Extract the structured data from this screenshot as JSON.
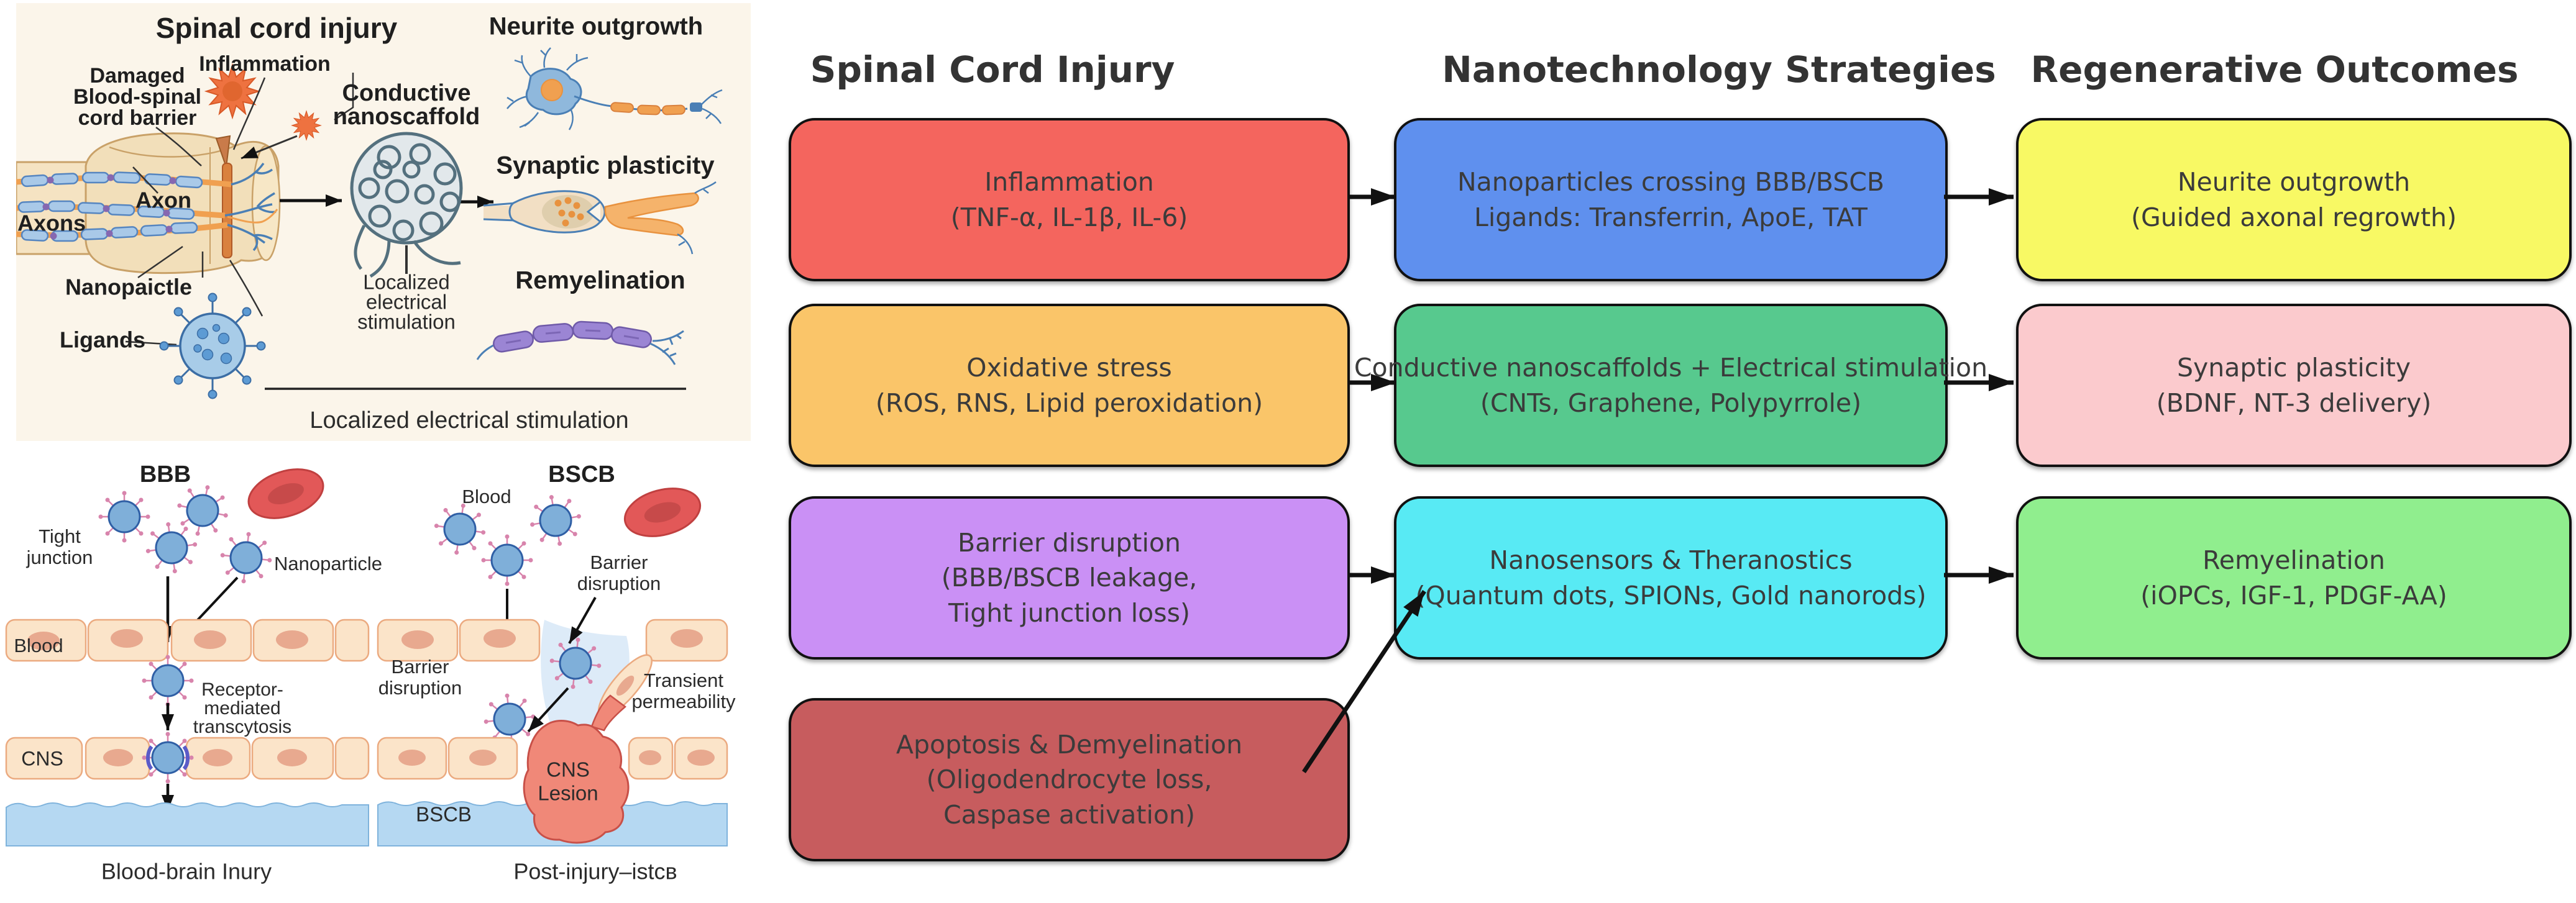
{
  "illustration_top": {
    "title": "Spinal cord injury",
    "damaged_barrier": [
      "Damaged",
      "Blood-spinal",
      "cord barrier"
    ],
    "inflammation": "Inflammation",
    "axon": "Axon",
    "axons": "Axons",
    "nanoparticle": "Nanopaictle",
    "ligands": "Ligands",
    "conductive_nanoscaffold": [
      "Conductive",
      "nanoscaffold"
    ],
    "localized_stimulation": [
      "Localized",
      "electrical",
      "stimulation"
    ],
    "neurite_outgrowth": "Neurite outgrowth",
    "synaptic_plasticity": "Synaptic plasticity",
    "remyelination": "Remyelination",
    "bottom_caption": "Localized electrical stimulation"
  },
  "illustration_bottom": {
    "bbb": {
      "title": "BBB",
      "tight_junction": [
        "Tight",
        "junction"
      ],
      "nanoparticle_label": "Nanoparticle",
      "blood": "Blood",
      "transcytosis": [
        "Receptor-",
        "mediated",
        "transcytosis"
      ],
      "cns": "CNS",
      "caption": "Blood-brain Inury"
    },
    "bscb": {
      "title": "BSCB",
      "blood": "Blood",
      "barrier_disruption_upper": [
        "Barrier",
        "disruption"
      ],
      "barrier_disruption_lower": [
        "Barrier",
        "disruption"
      ],
      "transient_permeability": [
        "Transient",
        "permeability"
      ],
      "lesion": [
        "CNS",
        "Lesion"
      ],
      "bscb_label": "BSCB",
      "caption": "Post-injury–istcв"
    }
  },
  "flowchart": {
    "headers": [
      "Spinal Cord Injury",
      "Nanotechnology Strategies",
      "Regenerative Outcomes"
    ],
    "boxes": [
      {
        "id": "inflammation",
        "l1": "Inflammation",
        "l2": "(TNF-α, IL-1β, IL-6)",
        "color": "#f4655e"
      },
      {
        "id": "nanoparticles-crossing-bbb-bscb",
        "l1": "Nanoparticles crossing BBB/BSCB",
        "l2": "Ligands: Transferrin, ApoE, TAT",
        "color": "#5f90ee"
      },
      {
        "id": "neurite-outgrowth",
        "l1": "Neurite outgrowth",
        "l2": "(Guided axonal regrowth)",
        "color": "#f8f964"
      },
      {
        "id": "oxidative-stress",
        "l1": "Oxidative stress",
        "l2": "(ROS, RNS, Lipid peroxidation)",
        "color": "#fac569"
      },
      {
        "id": "conductive-nanoscaffolds",
        "l1": "Conductive nanoscaffolds + Electrical stimulation",
        "l2": "(CNTs, Graphene, Polypyrrole)",
        "color": "#57c98e"
      },
      {
        "id": "synaptic-plasticity",
        "l1": "Synaptic plasticity",
        "l2": "(BDNF, NT-3 delivery)",
        "color": "#fbcacd"
      },
      {
        "id": "barrier-disruption",
        "l1": "Barrier disruption",
        "l2": "(BBB/BSCB leakage,",
        "l3": "Tight junction loss)",
        "color": "#ca90f5"
      },
      {
        "id": "nanosensors-theranostics",
        "l1": "Nanosensors & Theranostics",
        "l2": "(Quantum dots, SPIONs, Gold nanorods)",
        "color": "#58eaf4"
      },
      {
        "id": "remyelination",
        "l1": "Remyelination",
        "l2": "(iOPCs, IGF-1, PDGF-AA)",
        "color": "#90ee8e"
      },
      {
        "id": "apoptosis-demyelination",
        "l1": "Apoptosis & Demyelination",
        "l2": "(Oligodendrocyte loss,",
        "l3": "Caspase activation)",
        "color": "#c75c5e"
      }
    ]
  }
}
